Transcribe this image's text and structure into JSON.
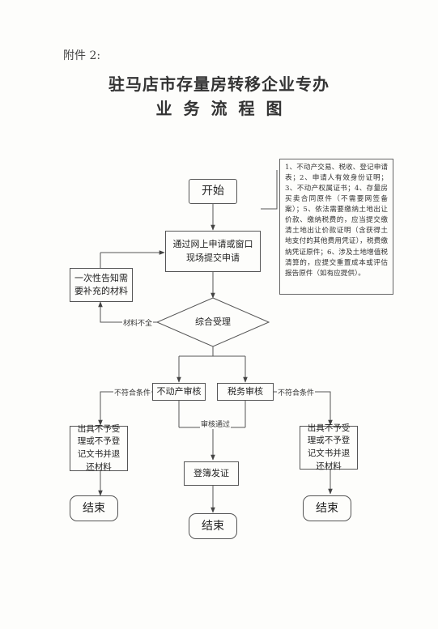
{
  "header": {
    "attachment": "附件 2:",
    "title_line1": "驻马店市存量房转移企业专办",
    "title_line2": "业务流程图"
  },
  "flow": {
    "start": "开始",
    "apply": "通过网上申请或窗口现场提交申请",
    "inform": "一次性告知需要补充的材料",
    "note": "1、不动产交易、税收、登记申请表；2、申请人有效身份证明；3、不动产权属证书；4、存量房买卖合同原件（不需要网签备案）；5、依法需要缴纳土地出让价款、缴纳税费的，应当提交缴清土地出让价款证明（含获得土地支付的其他费用凭证），税费缴纳凭证原件；6、涉及土地增值税清算的，应提交重置成本或评估报告原件（如有应提供）。",
    "accept": "综合受理",
    "incomplete": "材料不全",
    "property_review": "不动产审核",
    "tax_review": "税务审核",
    "not_met_left": "不符合条件",
    "not_met_right": "不符合条件",
    "passed": "审核通过",
    "reject_left": "出具不予受理或不予登记文书并退还材料",
    "reject_right": "出具不予受理或不予登记文书并退还材料",
    "register": "登簿发证",
    "end_left": "结束",
    "end_center": "结束",
    "end_right": "结束"
  }
}
